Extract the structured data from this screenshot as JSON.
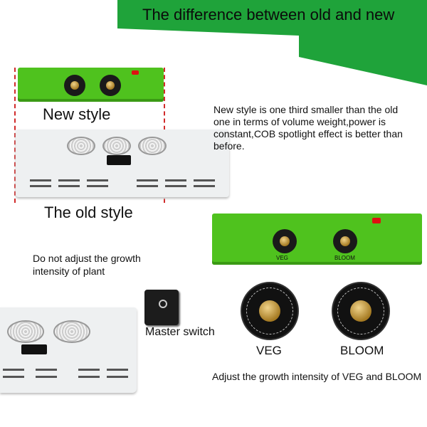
{
  "banner": {
    "title": "The difference between old and new",
    "green": "#1fa33a"
  },
  "labels": {
    "new_style": "New style",
    "old_style": "The old style",
    "master_switch": "Master switch",
    "veg": "VEG",
    "bloom": "BLOOM",
    "veg_small": "VEG",
    "bloom_small": "BLOOM"
  },
  "notes": {
    "comparison": "New style  is one  third smaller than the old one in terms of volume weight,power is constant,COB spotlight effect is better than before.",
    "old_warning": "Do not adjust the growth intensity of plant",
    "new_adjust": "Adjust the growth intensity of VEG and BLOOM"
  },
  "colors": {
    "device_green": "#4fc21e",
    "device_white": "#eef0f1",
    "dashed": "#d12a2a"
  },
  "icons": [
    "fan-icon",
    "rocker-switch-icon",
    "knob-icon",
    "dial-icon"
  ]
}
